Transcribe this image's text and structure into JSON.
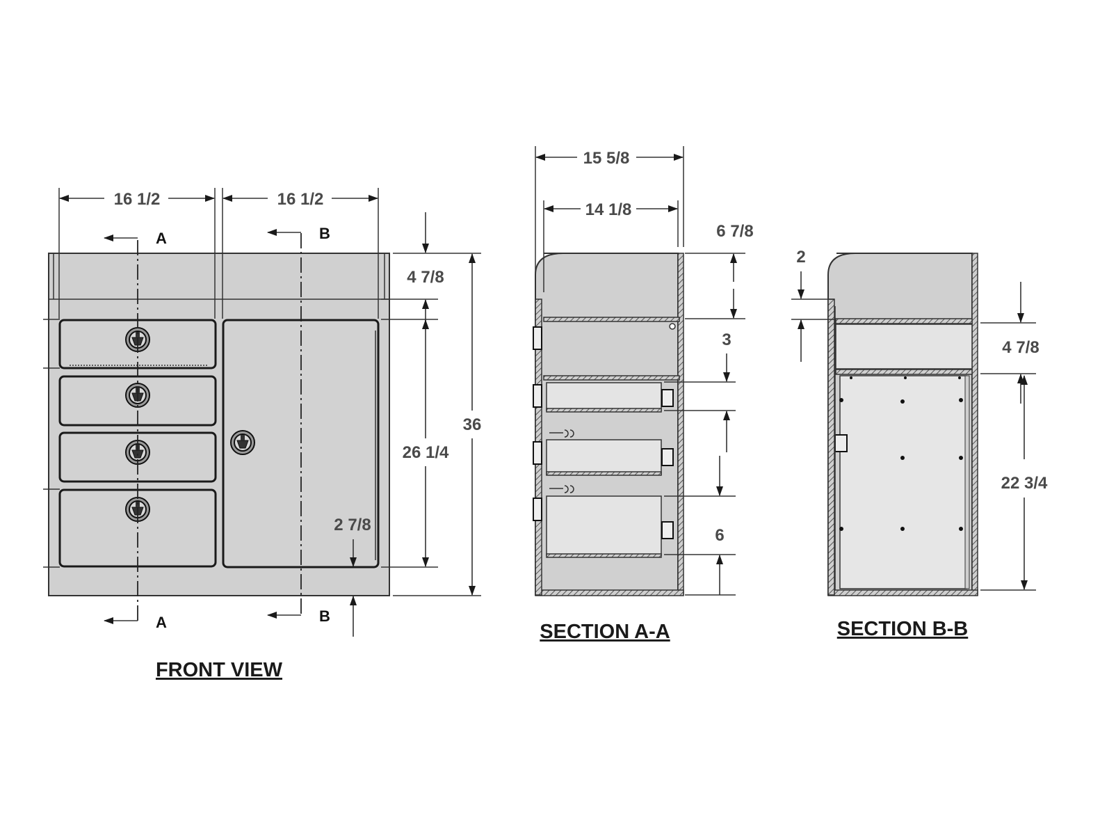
{
  "front_view": {
    "title": "FRONT VIEW",
    "dims": {
      "width_left": "16 1/2",
      "width_right": "16 1/2",
      "top_band": "4 7/8",
      "door_height": "26 1/4",
      "overall_height": "36",
      "bottom_band": "2 7/8"
    },
    "section_marks": {
      "a_top": "A",
      "a_bottom": "A",
      "b_top": "B",
      "b_bottom": "B"
    },
    "drawer_count": 4,
    "door_count": 1
  },
  "section_aa": {
    "title": "SECTION A-A",
    "dims": {
      "overall_depth": "15 5/8",
      "inner_depth": "14 1/8",
      "top_space": "6 7/8",
      "shelf_gap": "3",
      "drawer_height": "6"
    }
  },
  "section_bb": {
    "title": "SECTION B-B",
    "dims": {
      "shelf_thickness": "2",
      "compartment": "4 7/8",
      "door_opening": "22 3/4"
    }
  }
}
